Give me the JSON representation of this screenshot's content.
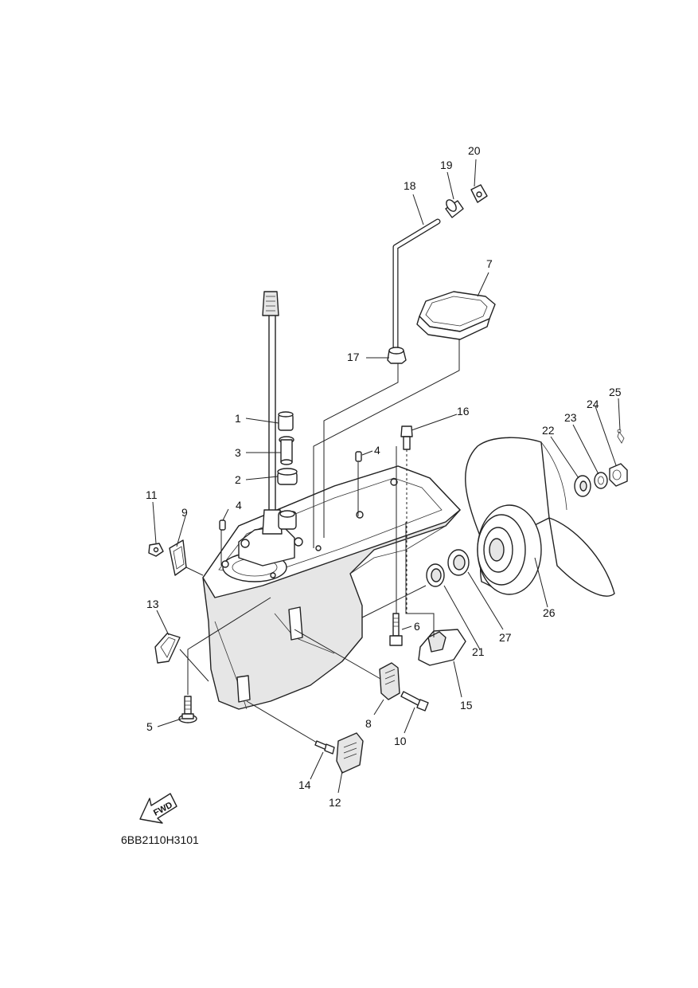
{
  "diagram": {
    "code": "6BB2110H3101",
    "fwd_label": "FWD",
    "labels": [
      "1",
      "2",
      "3",
      "4",
      "4",
      "5",
      "6",
      "7",
      "8",
      "9",
      "10",
      "11",
      "12",
      "13",
      "14",
      "15",
      "16",
      "17",
      "18",
      "19",
      "20",
      "21",
      "22",
      "23",
      "24",
      "25",
      "26",
      "27"
    ]
  }
}
